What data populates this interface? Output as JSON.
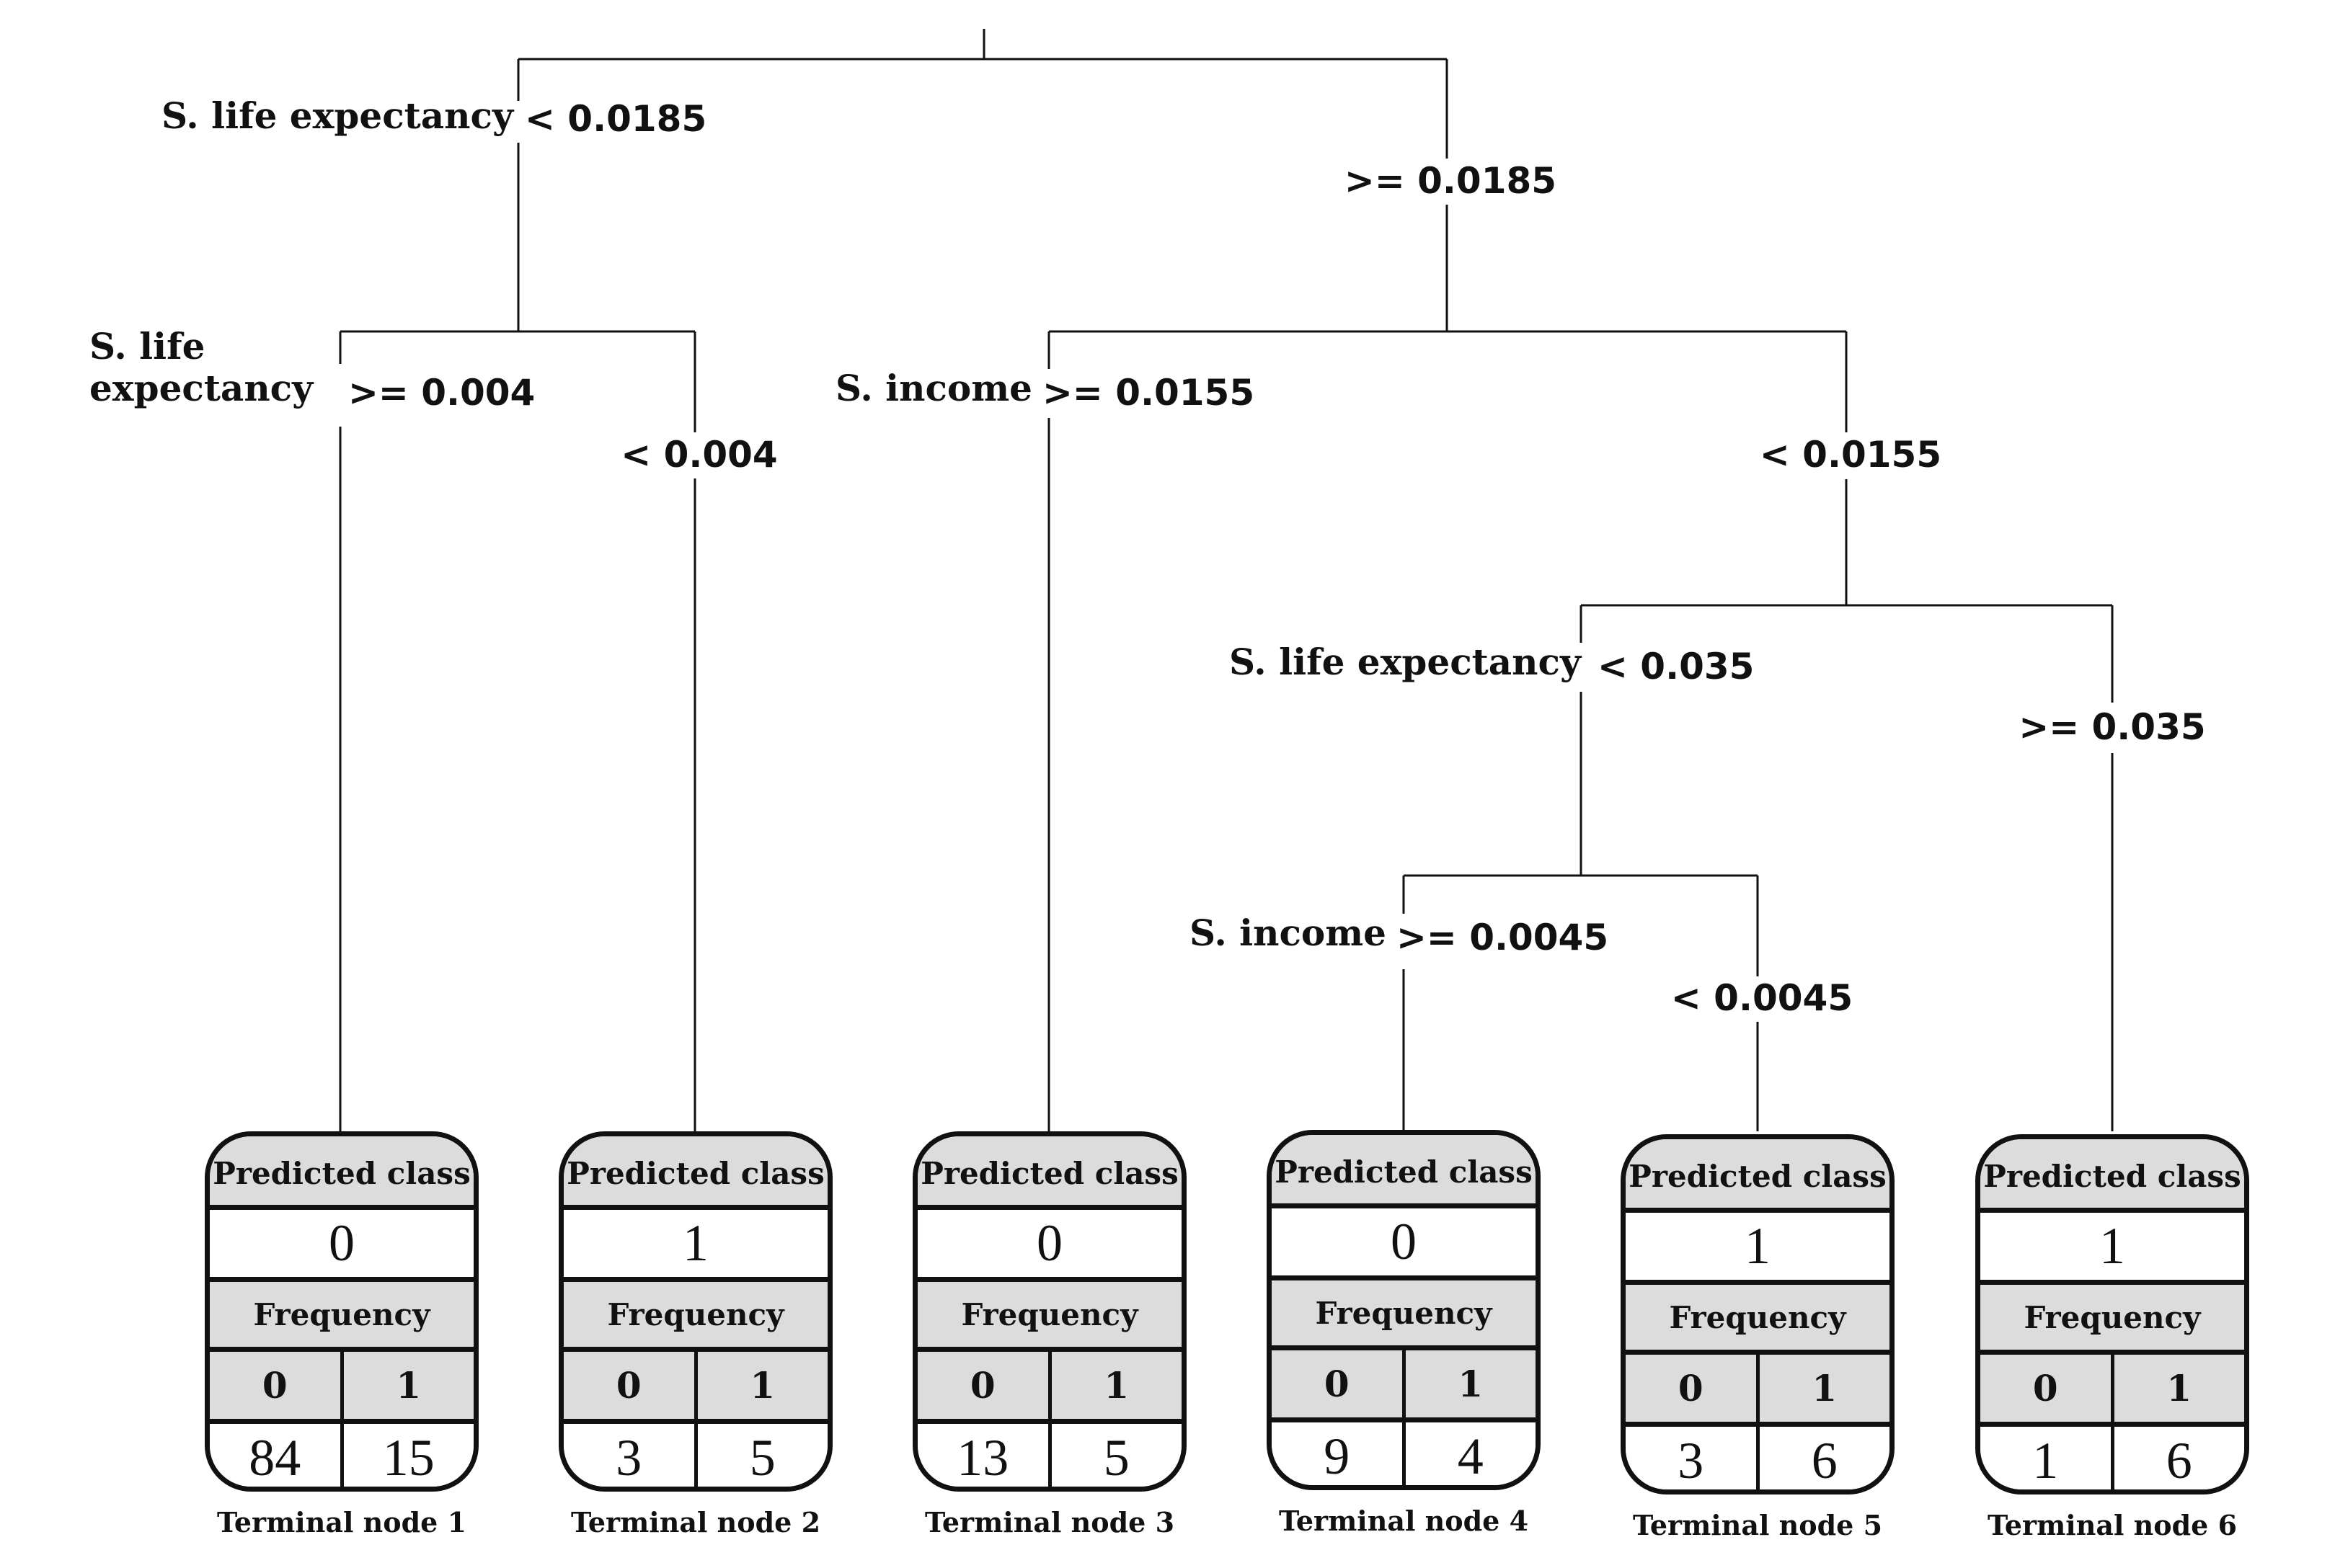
{
  "splits": {
    "s1_feature": "S. life expectancy",
    "s1_left": "< 0.0185",
    "s1_right": ">= 0.0185",
    "s2_feature_line1": "S. life",
    "s2_feature_line2": "expectancy",
    "s2_left": ">= 0.004",
    "s2_right": "< 0.004",
    "s3_feature": "S. income",
    "s3_left": ">= 0.0155",
    "s3_right": "< 0.0155",
    "s4_feature": "S. life expectancy",
    "s4_left": "< 0.035",
    "s4_right": ">= 0.035",
    "s5_feature": "S. income",
    "s5_left": ">= 0.0045",
    "s5_right": "< 0.0045"
  },
  "nodes": [
    {
      "predicted_label": "Predicted class",
      "predicted": "0",
      "freq_label": "Frequency",
      "h0": "0",
      "h1": "1",
      "f0": "84",
      "f1": "15",
      "name": "Terminal node 1"
    },
    {
      "predicted_label": "Predicted class",
      "predicted": "1",
      "freq_label": "Frequency",
      "h0": "0",
      "h1": "1",
      "f0": "3",
      "f1": "5",
      "name": "Terminal node 2"
    },
    {
      "predicted_label": "Predicted class",
      "predicted": "0",
      "freq_label": "Frequency",
      "h0": "0",
      "h1": "1",
      "f0": "13",
      "f1": "5",
      "name": "Terminal node 3"
    },
    {
      "predicted_label": "Predicted class",
      "predicted": "0",
      "freq_label": "Frequency",
      "h0": "0",
      "h1": "1",
      "f0": "9",
      "f1": "4",
      "name": "Terminal node 4"
    },
    {
      "predicted_label": "Predicted class",
      "predicted": "1",
      "freq_label": "Frequency",
      "h0": "0",
      "h1": "1",
      "f0": "3",
      "f1": "6",
      "name": "Terminal node 5"
    },
    {
      "predicted_label": "Predicted class",
      "predicted": "1",
      "freq_label": "Frequency",
      "h0": "0",
      "h1": "1",
      "f0": "1",
      "f1": "6",
      "name": "Terminal node 6"
    }
  ]
}
